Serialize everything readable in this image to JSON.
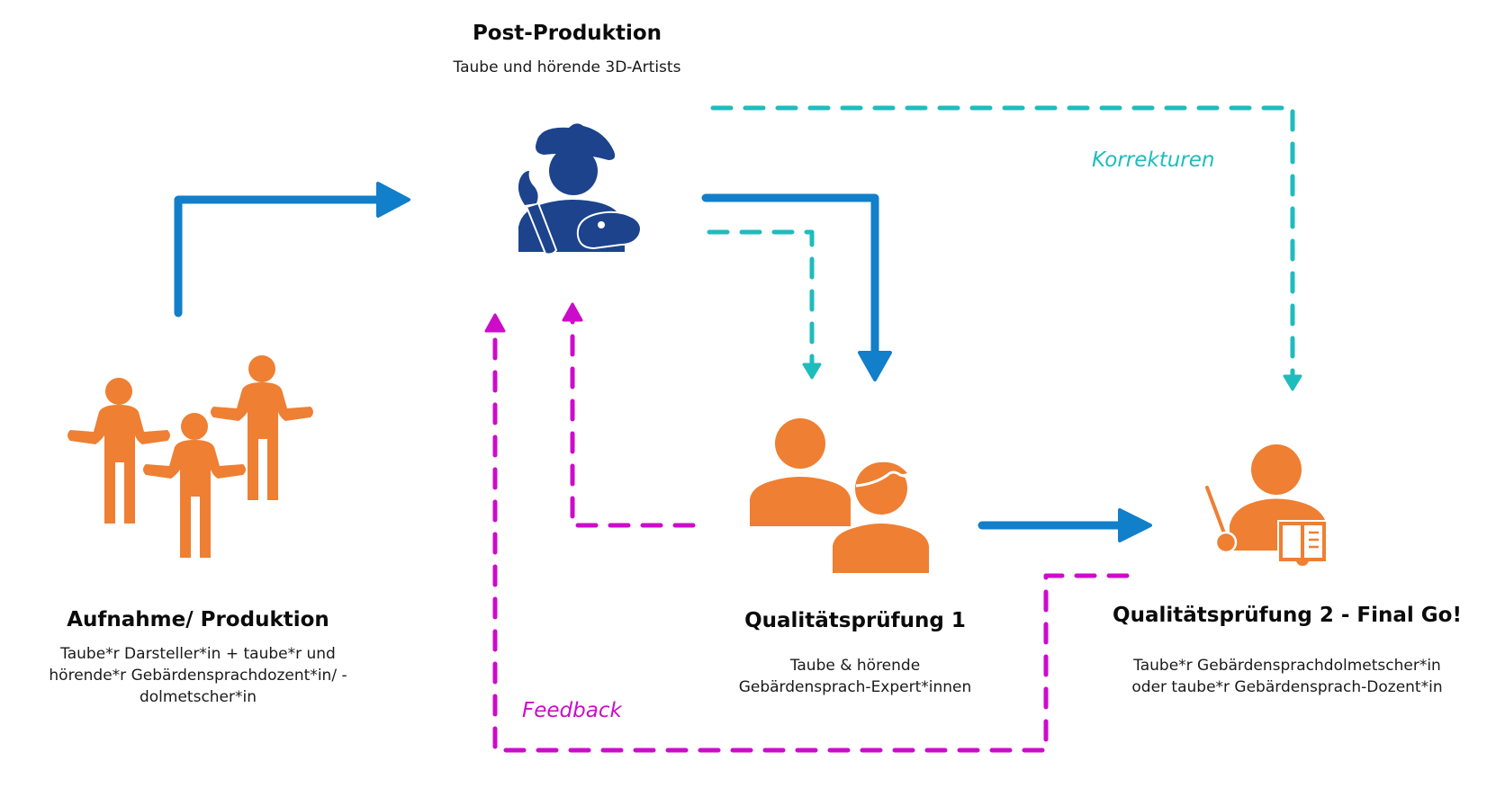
{
  "colors": {
    "flow_blue": "#117FCA",
    "correction_teal": "#1FBCBD",
    "feedback_magenta": "#CC0CCB",
    "icon_orange": "#EE7F33",
    "icon_navy": "#1C438C",
    "text": "#0b0b0b"
  },
  "nodes": {
    "post_production": {
      "title": "Post-Produktion",
      "subtitle": "Taube und hörende 3D-Artists",
      "icon": "painter-icon"
    },
    "recording": {
      "title": "Aufnahme/ Produktion",
      "subtitle_lines": [
        "Taube*r Darsteller*in + taube*r und",
        "hörende*r Gebärdensprachdozent*in/ -",
        "dolmetscher*in"
      ],
      "icon": "group-of-people-icon"
    },
    "quality_check_1": {
      "title": "Qualitätsprüfung 1",
      "subtitle_lines": [
        "Taube & hörende",
        "Gebärdensprach-Expert*innen"
      ],
      "icon": "two-people-icon"
    },
    "quality_check_2": {
      "title": "Qualitätsprüfung 2 - Final Go!",
      "subtitle_lines": [
        "Taube*r Gebärdensprachdolmetscher*in",
        "oder taube*r Gebärdensprach-Dozent*in"
      ],
      "icon": "teacher-icon"
    }
  },
  "edge_labels": {
    "corrections": "Korrekturen",
    "feedback": "Feedback"
  }
}
